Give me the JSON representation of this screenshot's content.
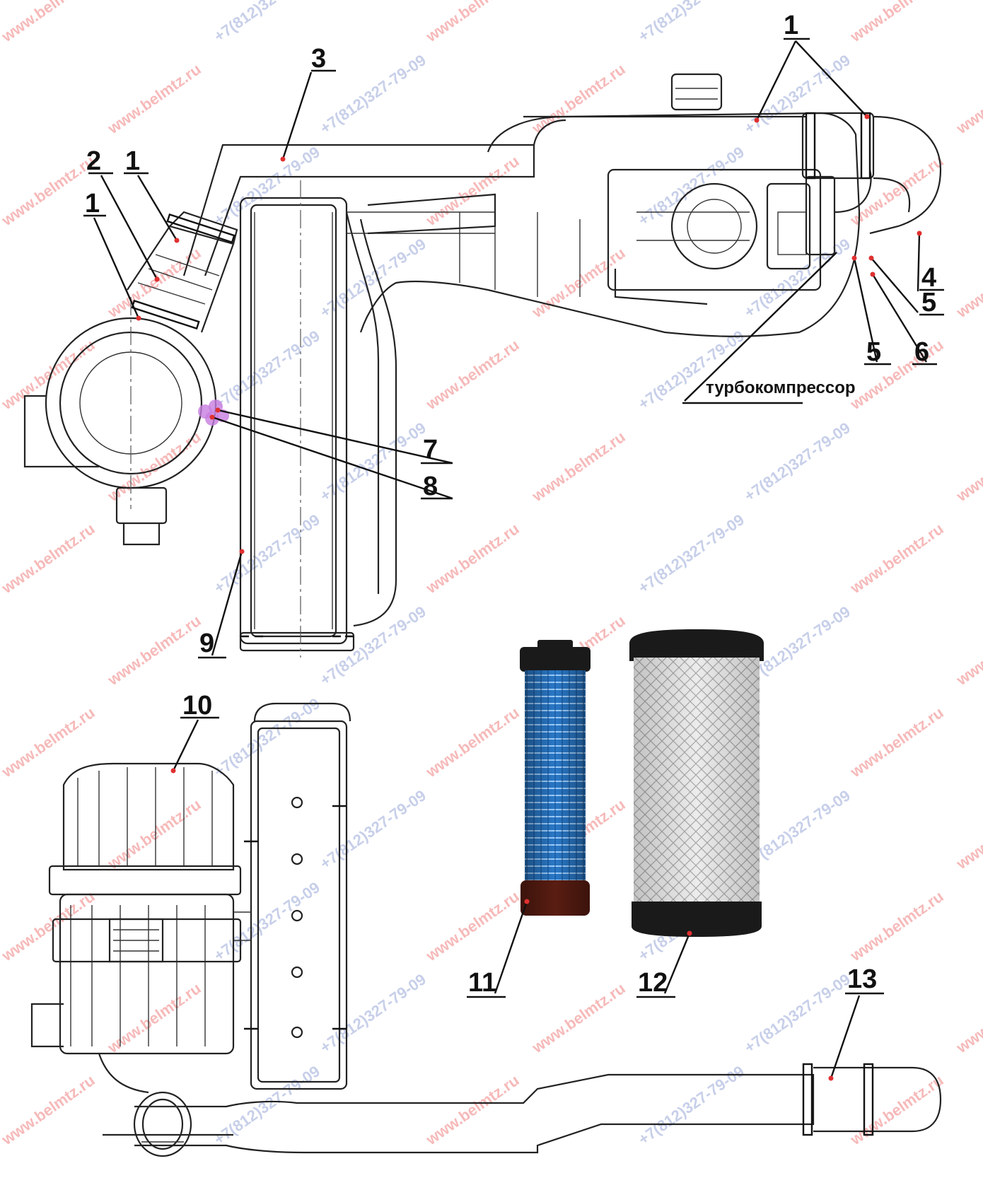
{
  "labels": [
    {
      "id": "l1a",
      "text": "1"
    },
    {
      "id": "l1b",
      "text": "1"
    },
    {
      "id": "l1c",
      "text": "1"
    },
    {
      "id": "l2",
      "text": "2"
    },
    {
      "id": "l3",
      "text": "3"
    },
    {
      "id": "l4",
      "text": "4"
    },
    {
      "id": "l5a",
      "text": "5"
    },
    {
      "id": "l5b",
      "text": "5"
    },
    {
      "id": "l6",
      "text": "6"
    },
    {
      "id": "l7",
      "text": "7"
    },
    {
      "id": "l8",
      "text": "8"
    },
    {
      "id": "l9",
      "text": "9"
    },
    {
      "id": "l10",
      "text": "10"
    },
    {
      "id": "l11",
      "text": "11"
    },
    {
      "id": "l12",
      "text": "12"
    },
    {
      "id": "l13",
      "text": "13"
    }
  ],
  "annotation": "турбокомпрессор",
  "watermarks": {
    "site": "www.belmtz.ru",
    "phone": "+7(812)327-79-09"
  },
  "colors": {
    "line": "#222222",
    "leader_dot": "#e03030",
    "clamp_highlight": "#c77de0",
    "filter_blue": "#2f7fd0",
    "filter_white": "#e8e8e8",
    "filter_cap": "#1a1a1a",
    "filter_seal": "#5a1d12"
  }
}
